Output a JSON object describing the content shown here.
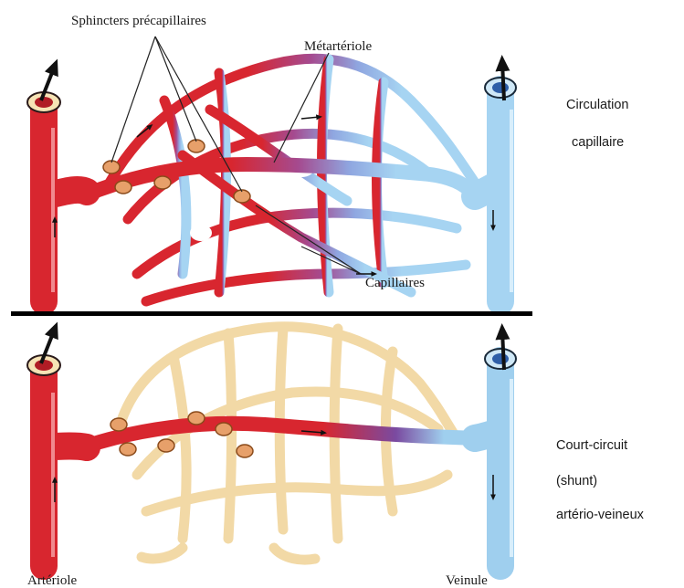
{
  "labels": {
    "sphincters": "Sphincters précapillaires",
    "metarteriole": "Métartériole",
    "capillaires": "Capillaires",
    "arteriole": "Artériole",
    "veinule": "Veinule"
  },
  "top_caption": {
    "line1": "Circulation",
    "line2": "capillaire"
  },
  "bottom_caption": {
    "line1": "Court-circuit",
    "line2": "(shunt)",
    "line3": "artério-veineux"
  },
  "colors": {
    "arterial": "#d8262f",
    "venous": "#9fcfee",
    "mixed": "#8a4a9a",
    "closed_capillary": "#f2d9a6",
    "sphincter": "#e7a06a",
    "divider": "#000000"
  },
  "icons": [
    "flow-arrow-icon",
    "sphincter-icon"
  ]
}
